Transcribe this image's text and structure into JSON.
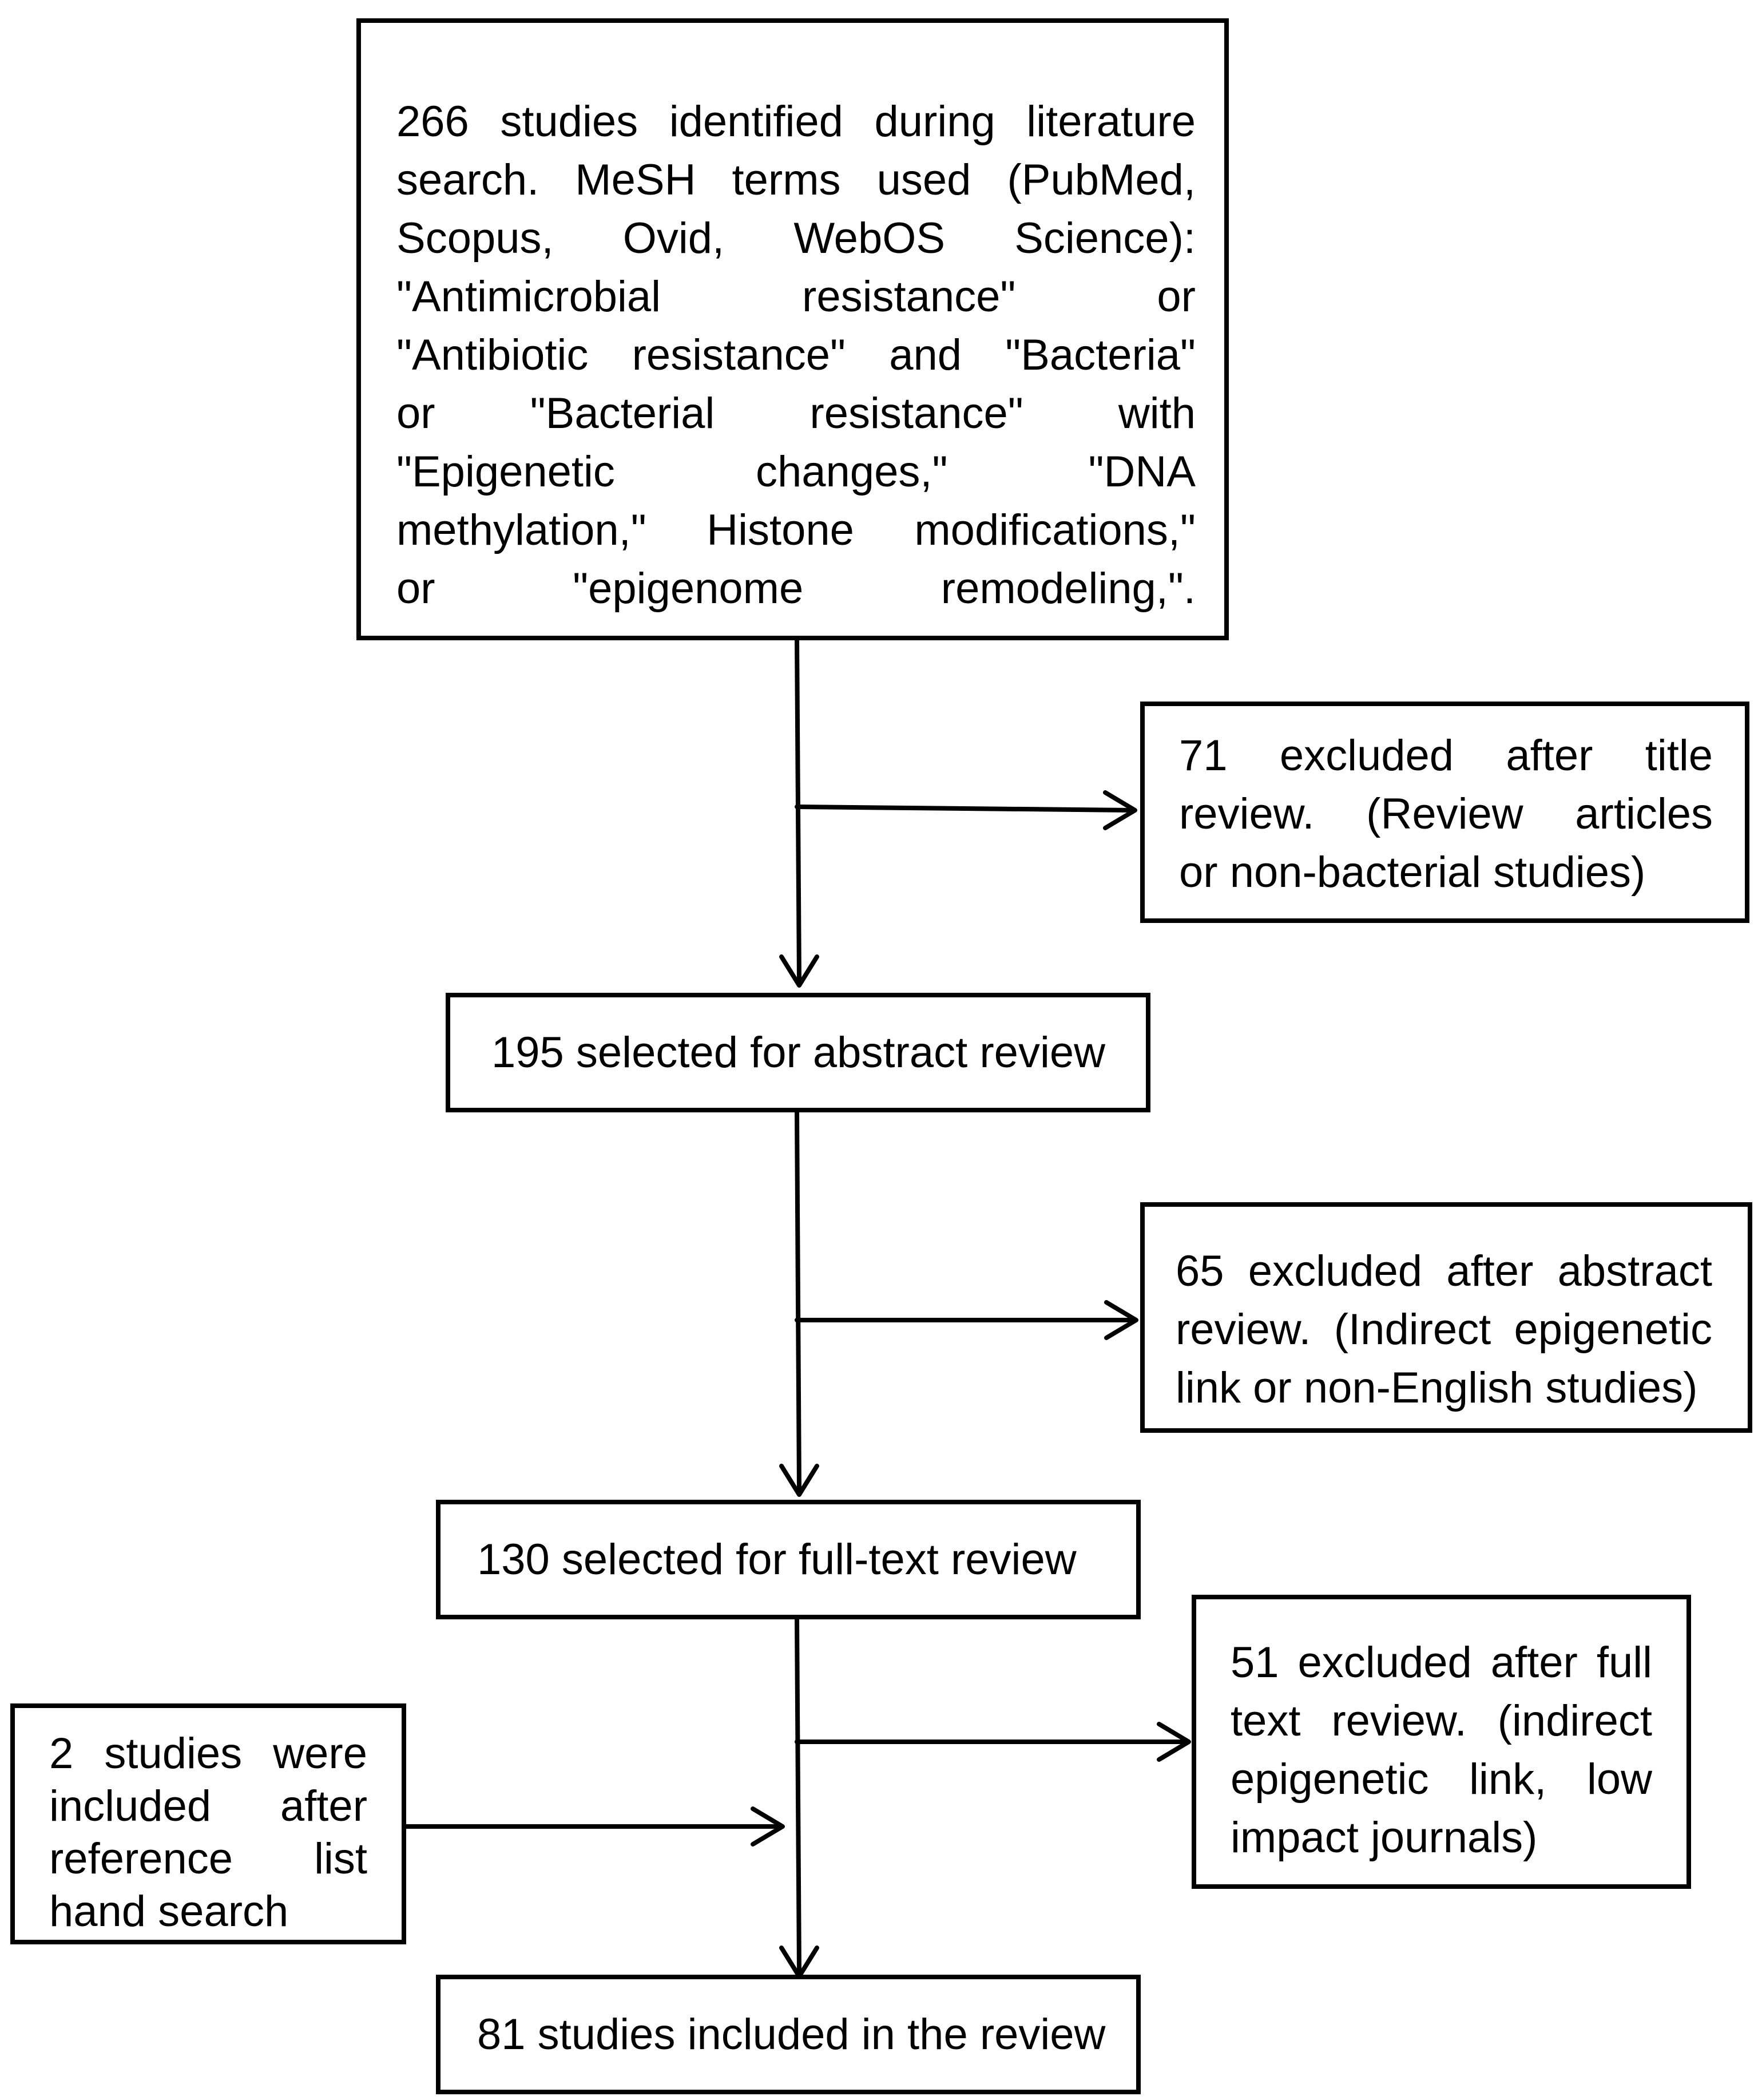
{
  "flowchart": {
    "search_box": {
      "lines": [
        "266 studies identified during literature",
        "search. MeSH terms used (PubMed,",
        "Scopus, Ovid, WebOS Science):",
        "\"Antimicrobial resistance\" or",
        "\"Antibiotic resistance\" and \"Bacteria\"",
        "or \"Bacterial resistance\" with",
        "\"Epigenetic changes,\" \"DNA",
        "methylation,\" Histone modifications,\"",
        "or \"epigenome remodeling,\"."
      ]
    },
    "excluded_title": {
      "lines": [
        "71 excluded after title",
        "review. (Review articles",
        "or non-bacterial studies)"
      ]
    },
    "abstract_review": {
      "label": "195 selected for abstract review"
    },
    "excluded_abstract": {
      "lines": [
        "65 excluded after abstract",
        "review. (Indirect epigenetic",
        "link or non-English studies)"
      ]
    },
    "fulltext_review": {
      "label": "130 selected for full-text review"
    },
    "excluded_fulltext": {
      "lines": [
        "51 excluded after full",
        "text review. (indirect",
        "epigenetic link, low",
        "impact journals)"
      ]
    },
    "hand_search": {
      "lines": [
        "2 studies were",
        "included after",
        "reference list",
        "hand search"
      ]
    },
    "final": {
      "label": "81 studies included in the review"
    }
  }
}
